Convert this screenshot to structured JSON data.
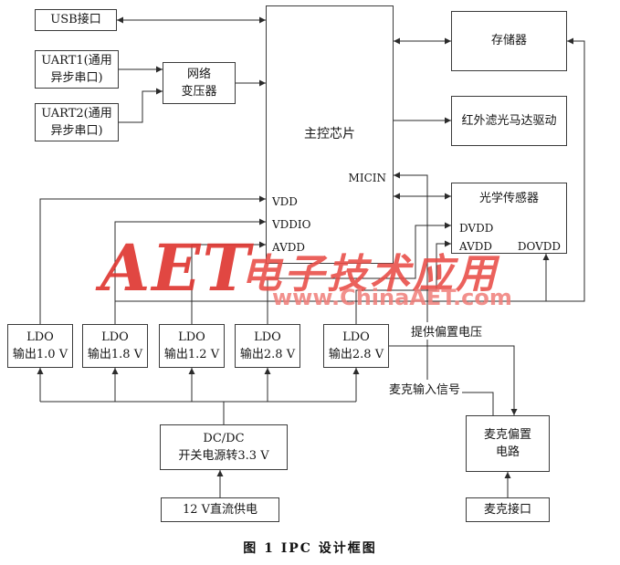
{
  "diagram": {
    "caption": "图 1  IPC 设计框图",
    "blocks": {
      "usb": "USB接口",
      "uart1": "UART1(通用\n异步串口)",
      "uart2": "UART2(通用\n异步串口)",
      "transformer": "网络\n变压器",
      "main_chip": "主控芯片",
      "memory": "存储器",
      "ir_motor": "红外滤光马达驱动",
      "optical_sensor": "光学传感器",
      "ldo_10": "LDO\n输出1.0 V",
      "ldo_18": "LDO\n输出1.8 V",
      "ldo_12": "LDO\n输出1.2 V",
      "ldo_28a": "LDO\n输出2.8 V",
      "ldo_28b": "LDO\n输出2.8 V",
      "dcdc": "DC/DC\n开关电源转3.3 V",
      "dc12": "12 V直流供电",
      "mic_bias": "麦克偏置\n电路",
      "mic_port": "麦克接口"
    },
    "pins": {
      "micin": "MICIN",
      "vdd": "VDD",
      "vddio": "VDDIO",
      "avdd": "AVDD",
      "dvdd": "DVDD",
      "sensor_avdd": "AVDD",
      "dovdd": "DOVDD"
    },
    "labels": {
      "bias": "提供偏置电压",
      "mic_signal": "麦克输入信号"
    }
  },
  "watermark": {
    "logo": "AET",
    "slogan": "电子技术应用",
    "url": "www.ChinaAET.com",
    "color": "#e5413e"
  }
}
